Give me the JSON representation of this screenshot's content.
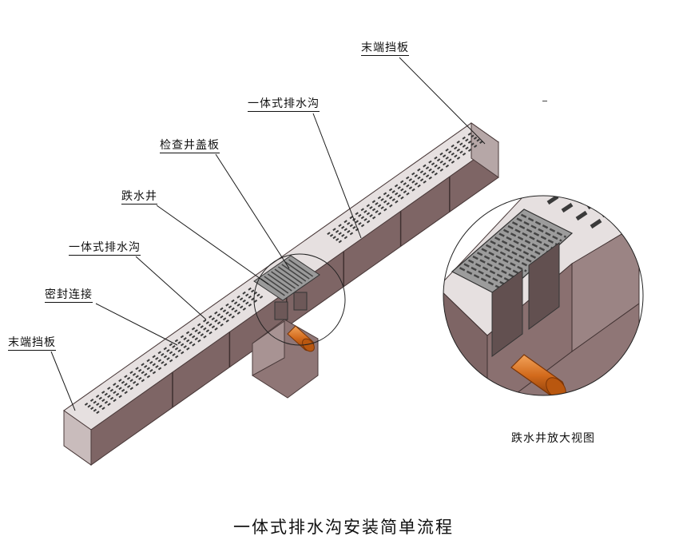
{
  "labels": {
    "end_plate_right": "末端挡板",
    "trench_upper": "一体式排水沟",
    "inspection_cover": "检查井盖板",
    "drop_well": "跌水井",
    "trench_lower": "一体式排水沟",
    "seal_joint": "密封连接",
    "end_plate_left": "末端挡板"
  },
  "zoom_caption": "跌水井放大视图",
  "bottom_caption": "一体式排水沟安装简单流程",
  "colors": {
    "channel_top": "#e6e0e0",
    "channel_side": "#8f7676",
    "channel_dark": "#5d4a4a",
    "grate": "#d2d2d2",
    "slot": "#3a3a3a",
    "pipe": "#d26a1c",
    "leader": "#1a1a1a"
  }
}
